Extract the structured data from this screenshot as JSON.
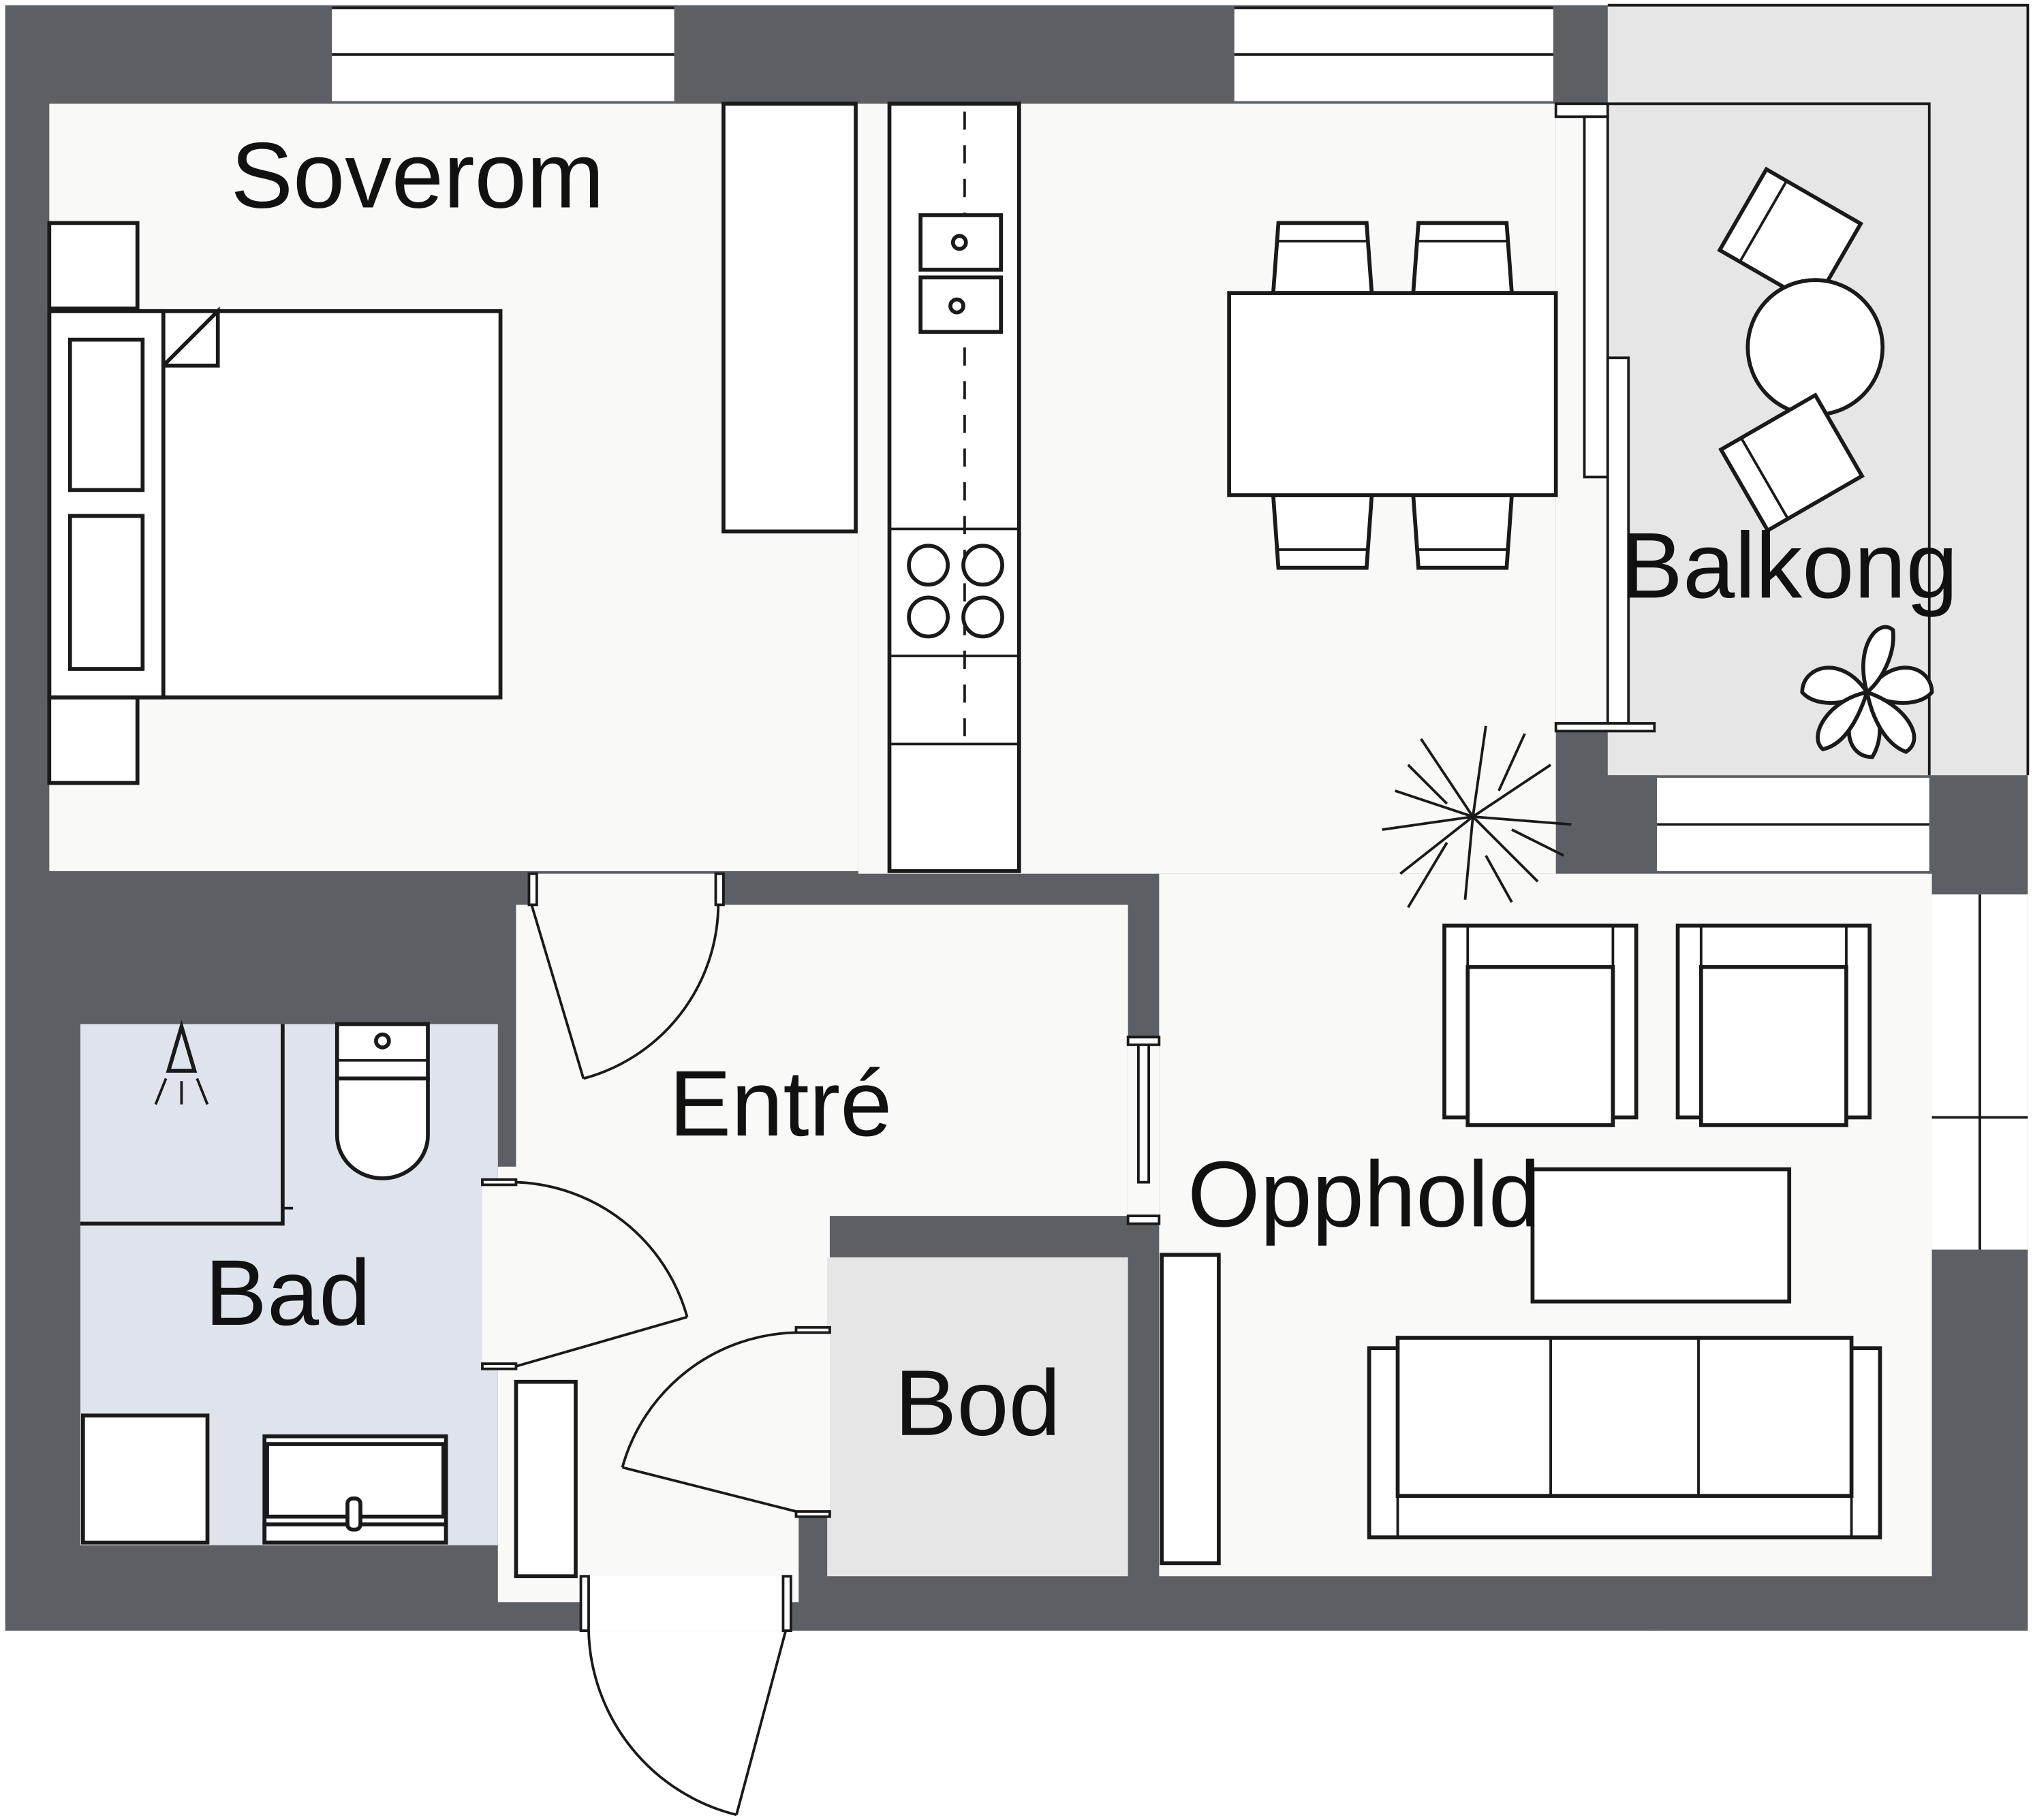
{
  "rooms": {
    "soverom": "Soverom",
    "balkong": "Balkong",
    "entre": "Entré",
    "opphold": "Opphold",
    "bad": "Bad",
    "bod": "Bod"
  },
  "colors": {
    "wall": "#5c5f63",
    "floor": "#f9f9f7",
    "bathroom_floor": "#dfe4ec",
    "balcony_floor": "#e6e6e6",
    "storage_floor": "#e6e6e6",
    "line": "#1a1a1a"
  }
}
